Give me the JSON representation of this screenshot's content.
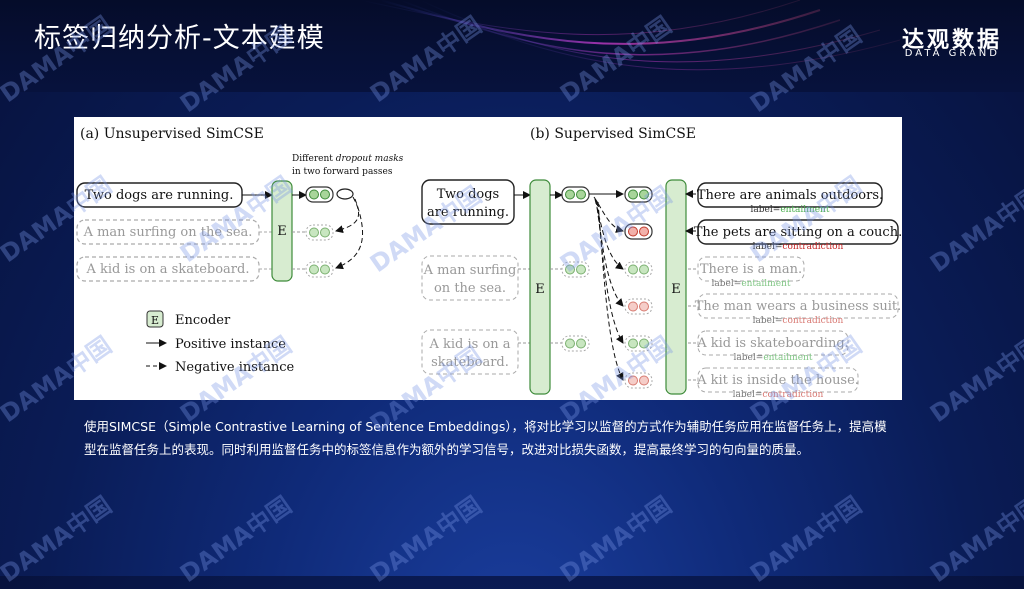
{
  "title": "标签归纳分析-文本建模",
  "brand": {
    "name": "达观数据",
    "sub": "DATA GRAND"
  },
  "watermark": "DAMA中国",
  "diagram": {
    "panel_a": {
      "title": "(a) Unsupervised SimCSE",
      "note_line1": "Different",
      "note_italic": "dropout masks",
      "note_line2": "in two forward passes",
      "sentences": [
        "Two dogs are running.",
        "A man surfing on the sea.",
        "A kid is on a skateboard."
      ],
      "encoder": "E",
      "legend": {
        "encoder_box": "E",
        "encoder_label": "Encoder",
        "positive_label": "Positive instance",
        "negative_label": "Negative instance"
      }
    },
    "panel_b": {
      "title": "(b) Supervised SimCSE",
      "left_sentences": [
        [
          "Two dogs",
          "are running."
        ],
        [
          "A man surfing",
          "on the sea."
        ],
        [
          "A kid is on a",
          "skateboard."
        ]
      ],
      "encoder_left": "E",
      "encoder_right": "E",
      "label_prefix": "label=",
      "right_items": [
        {
          "text": "There are animals outdoors.",
          "label": "entailment"
        },
        {
          "text": "The pets are sitting on a couch.",
          "label": "contradiction"
        },
        {
          "text": "There is a man.",
          "label": "entailment"
        },
        {
          "text": "The man wears a business suit.",
          "label": "contradiction"
        },
        {
          "text": "A kid is skateboarding.",
          "label": "entailment"
        },
        {
          "text": "A kit is inside the house.",
          "label": "contradiction"
        }
      ]
    }
  },
  "caption_lines": [
    "使用SIMCSE（Simple Contrastive Learning of Sentence Embeddings），将对比学习以监督的方式作为辅助任务应用在监督任务上，提高模",
    "型在监督任务上的表现。同时利用监督任务中的标签信息作为额外的学习信号，改进对比损失函数，提高最终学习的句向量的质量。"
  ],
  "colors": {
    "green_fill": "#d7ecd0",
    "green_stroke": "#3e8b3a",
    "red_fill": "#f2b1aa",
    "red_stroke": "#c0392b",
    "entailment": "#4caf50",
    "contradiction": "#c62828"
  }
}
